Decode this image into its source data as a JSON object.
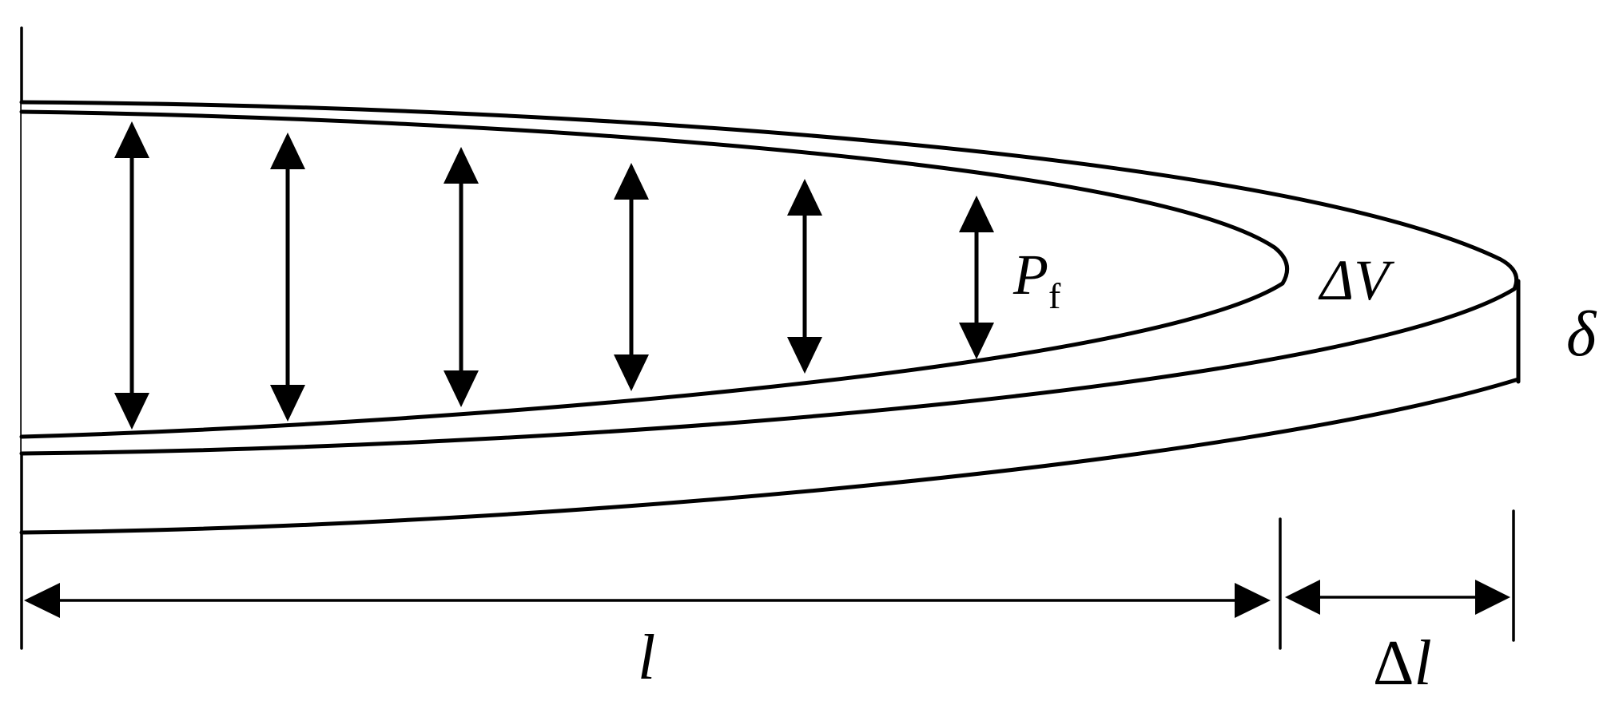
{
  "labels": {
    "pressure": "P",
    "pressure_subscript": "f",
    "volume_change": "ΔV",
    "thickness": "δ",
    "length": "l",
    "length_change_delta": "Δ",
    "length_change_var": "l"
  },
  "pressure_arrows_count": 6,
  "colors": {
    "stroke": "#000000",
    "background": "#ffffff"
  }
}
